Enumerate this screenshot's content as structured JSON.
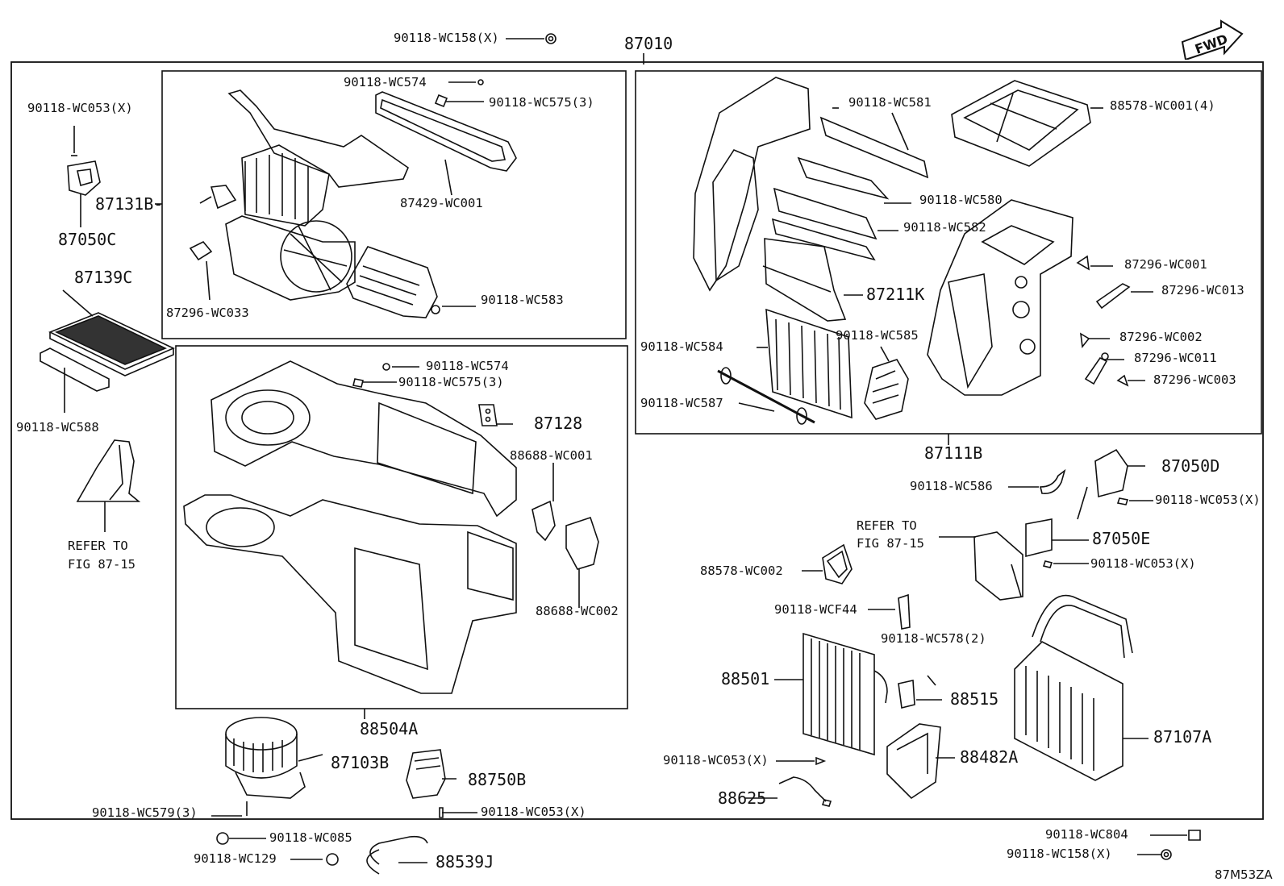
{
  "diagram_code": "87M53ZA",
  "fwd_label": "FWD",
  "labels": {
    "top_c158": "90118-WC158(X)",
    "assy_87010": "87010",
    "c053_tl": "90118-WC053(X)",
    "p87131B": "87131B-",
    "p87050C": "87050C",
    "p87139C": "87139C",
    "c588": "90118-WC588",
    "refer_l1": "REFER TO",
    "refer_l2": "FIG 87-15",
    "c574_a": "90118-WC574",
    "c575_a": "90118-WC575(3)",
    "p87429": "87429-WC001",
    "p87296_033": "87296-WC033",
    "c583": "90118-WC583",
    "c574_b": "90118-WC574",
    "c575_b": "90118-WC575(3)",
    "p87128": "87128",
    "p88688_001": "88688-WC001",
    "p88688_002": "88688-WC002",
    "p88504A": "88504A",
    "p87103B": "87103B",
    "p88750B": "88750B",
    "c579": "90118-WC579(3)",
    "c053_bot": "90118-WC053(X)",
    "c085": "90118-WC085",
    "c129": "90118-WC129",
    "p88539J": "88539J",
    "c581": "90118-WC581",
    "p88578_001": "88578-WC001(4)",
    "c580": "90118-WC580",
    "c582": "90118-WC582",
    "p87296_001": "87296-WC001",
    "p87296_013": "87296-WC013",
    "p87211K": "87211K",
    "c584": "90118-WC584",
    "c585": "90118-WC585",
    "p87296_002": "87296-WC002",
    "p87296_011": "87296-WC011",
    "p87296_003": "87296-WC003",
    "c587": "90118-WC587",
    "p87111B": "87111B",
    "p87050D": "87050D",
    "c586": "90118-WC586",
    "c053_r1": "90118-WC053(X)",
    "refer2_l1": "REFER TO",
    "refer2_l2": "FIG 87-15",
    "p87050E": "87050E",
    "p88578_002": "88578-WC002",
    "c053_r2": "90118-WC053(X)",
    "cf44": "90118-WCF44",
    "c578": "90118-WC578(2)",
    "p88501": "88501",
    "p88515": "88515",
    "p87107A": "87107A",
    "c053_mid": "90118-WC053(X)",
    "p88482A": "88482A",
    "p88625": "88625",
    "c804": "90118-WC804",
    "c158_br": "90118-WC158(X)"
  }
}
